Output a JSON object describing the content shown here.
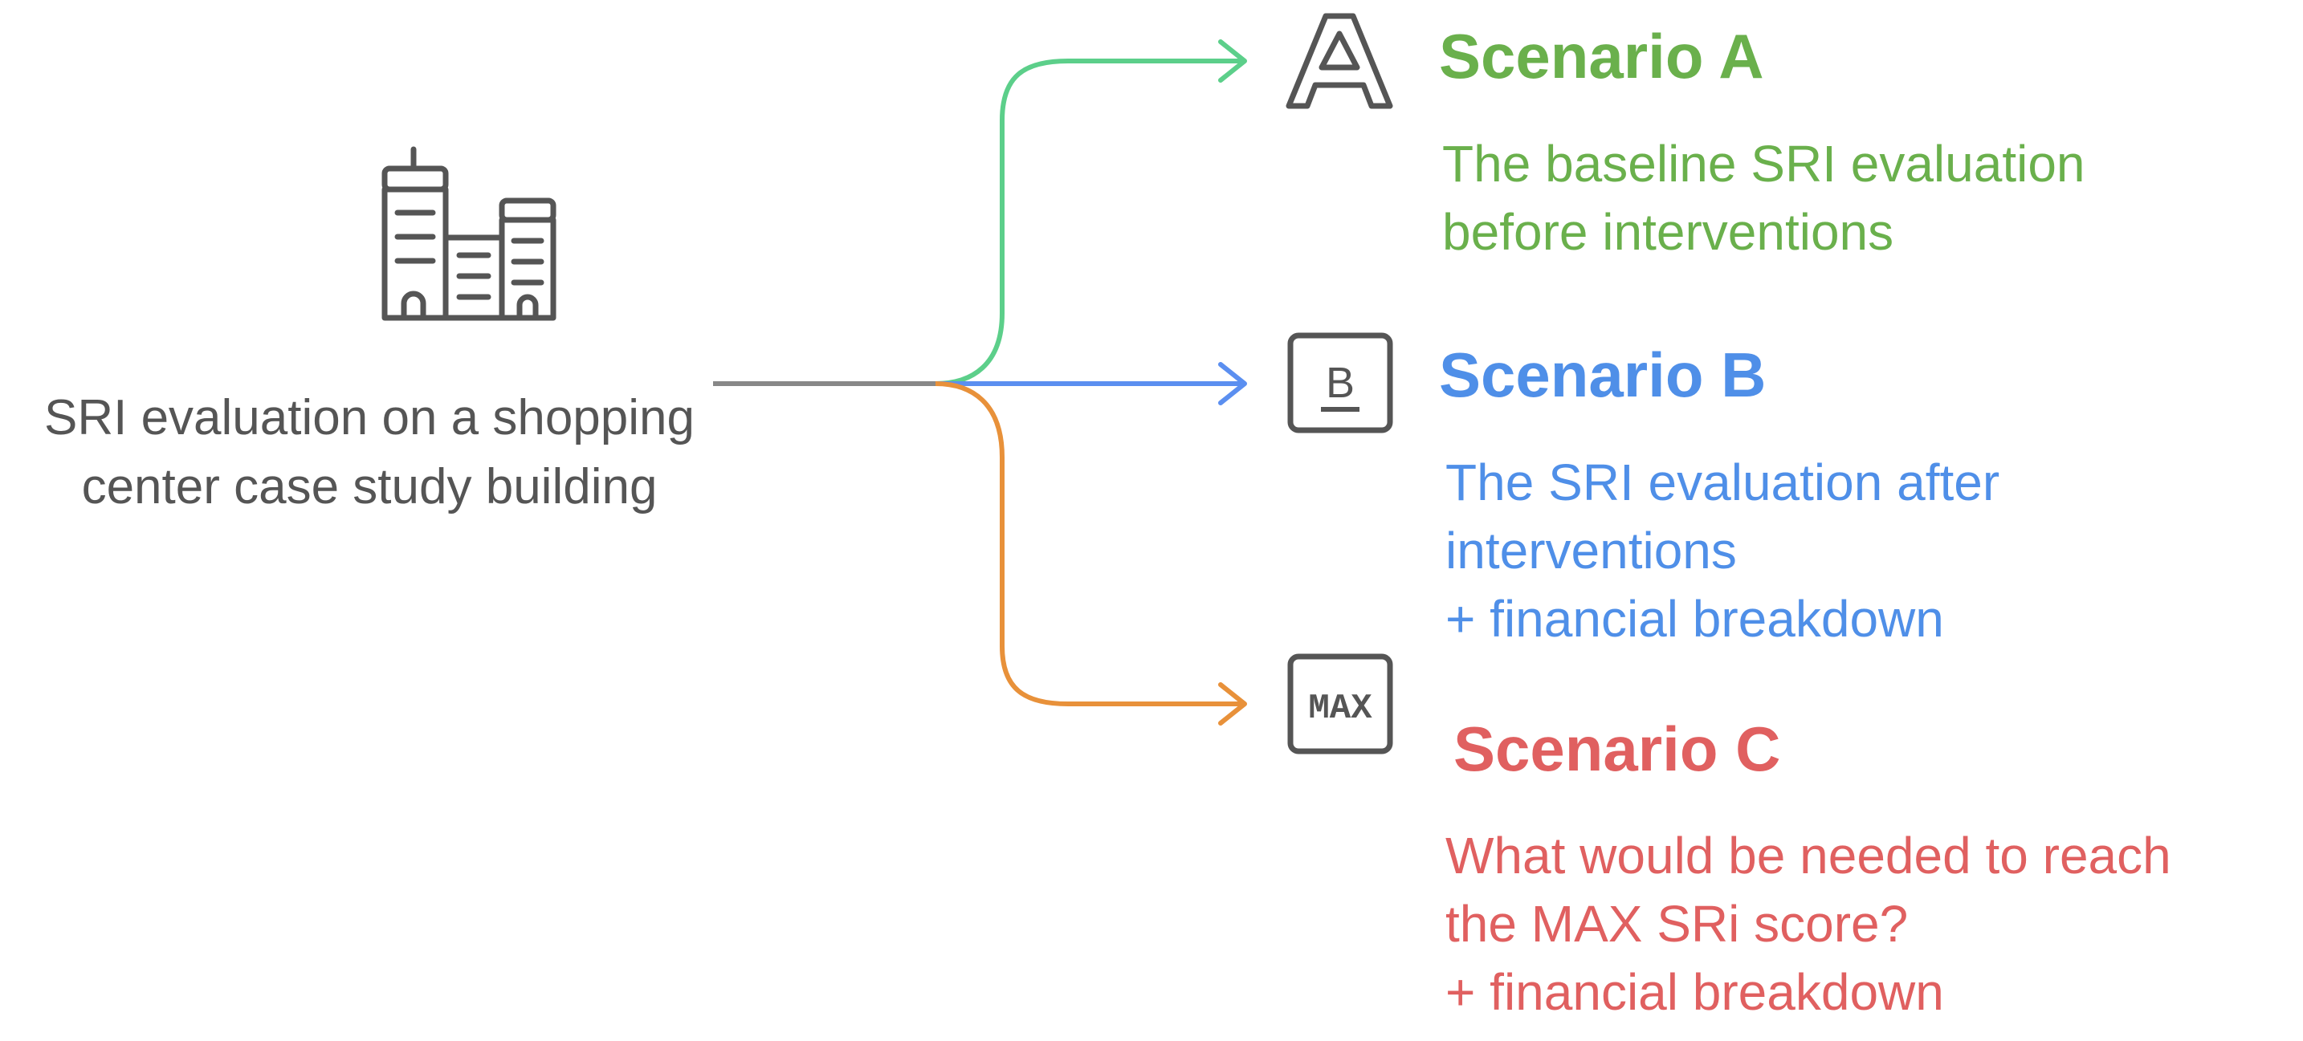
{
  "root": {
    "icon": "office-buildings-icon",
    "label_lines": [
      "SRI evaluation on a shopping",
      "center case study building"
    ]
  },
  "branches": [
    {
      "icon": "letter-a-icon",
      "icon_glyph": "A",
      "title": "Scenario A",
      "description_lines": [
        "The baseline SRI evaluation",
        "before interventions"
      ],
      "color": "#6ab04c",
      "connector_color": "#5ccf8a"
    },
    {
      "icon": "letter-b-icon",
      "icon_glyph": "B",
      "title": "Scenario B",
      "description_lines": [
        "The SRI evaluation after",
        "interventions",
        "+ financial breakdown"
      ],
      "color": "#4f8fe8",
      "connector_color": "#5b8ff0"
    },
    {
      "icon": "max-icon",
      "icon_glyph": "MAX",
      "title": "Scenario C",
      "description_lines": [
        "What would be needed to reach",
        "the MAX SRi score?",
        "+ financial breakdown"
      ],
      "color": "#e06060",
      "connector_color": "#e8913a"
    }
  ],
  "trunk_color": "#888888",
  "icon_stroke": "#555555"
}
